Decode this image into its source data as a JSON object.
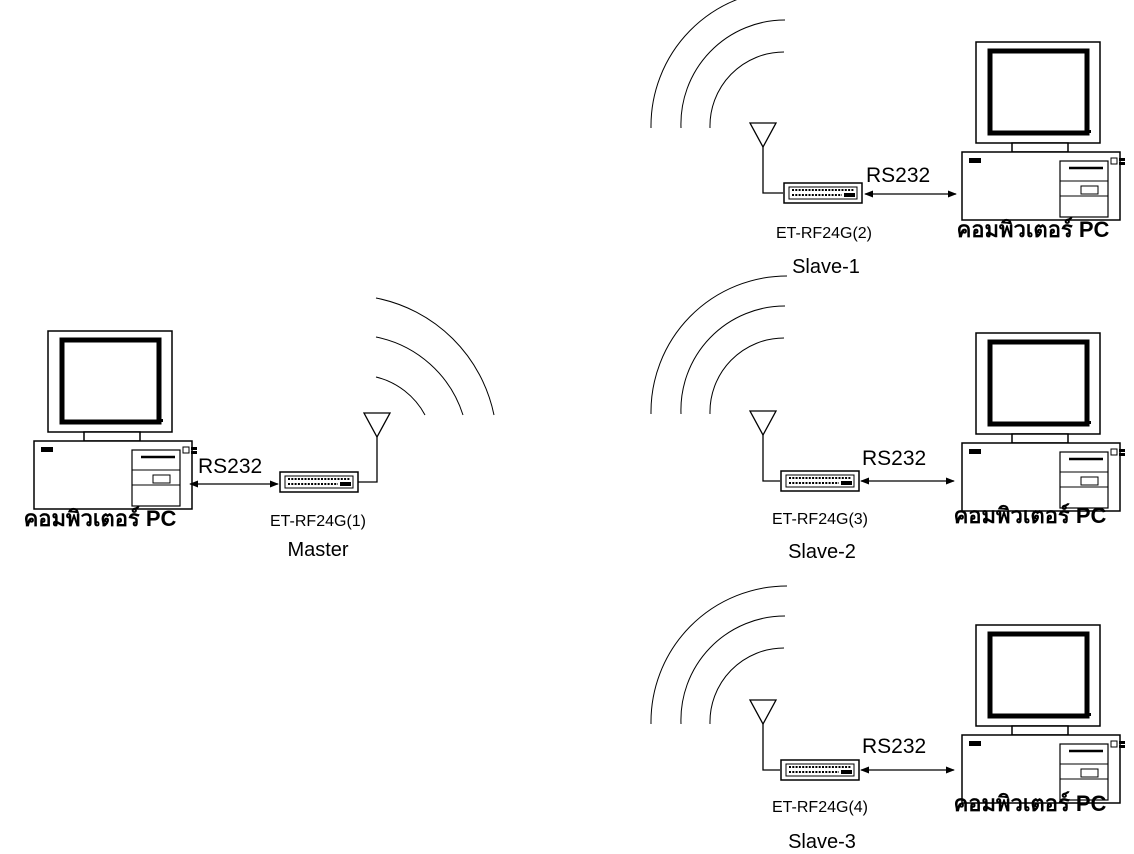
{
  "colors": {
    "line": "#000000",
    "background": "#ffffff"
  },
  "nodes": {
    "master": {
      "device": "ET-RF24G(1)",
      "role": "Master",
      "link": "RS232",
      "pc": "คอมพิวเตอร์ PC",
      "icons": [
        "computer-icon",
        "rf-module-icon",
        "antenna-icon",
        "radio-waves-icon"
      ]
    },
    "slave1": {
      "device": "ET-RF24G(2)",
      "role": "Slave-1",
      "link": "RS232",
      "pc": "คอมพิวเตอร์ PC"
    },
    "slave2": {
      "device": "ET-RF24G(3)",
      "role": "Slave-2",
      "link": "RS232",
      "pc": "คอมพิวเตอร์ PC"
    },
    "slave3": {
      "device": "ET-RF24G(4)",
      "role": "Slave-3",
      "link": "RS232",
      "pc": "คอมพิวเตอร์ PC"
    }
  }
}
